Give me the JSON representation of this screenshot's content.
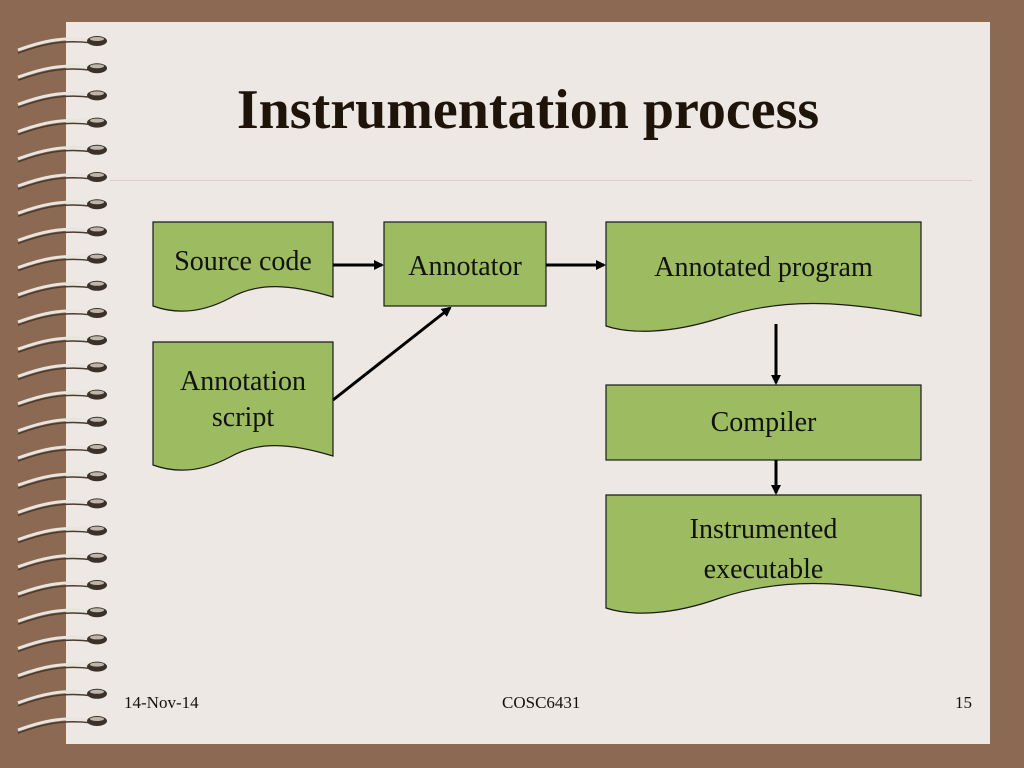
{
  "slide": {
    "title": "Instrumentation process"
  },
  "nodes": {
    "source_code": "Source code",
    "annotation_script_line1": "Annotation",
    "annotation_script_line2": "script",
    "annotator": "Annotator",
    "annotated_program": "Annotated program",
    "compiler": "Compiler",
    "instrumented_executable_line1": "Instrumented",
    "instrumented_executable_line2": "executable"
  },
  "footer": {
    "date": "14-Nov-14",
    "course": "COSC6431",
    "page_number": "15"
  },
  "colors": {
    "node_fill": "#9dbb61",
    "node_stroke": "#1a1a1a",
    "frame": "#8c6953",
    "paper": "#ede8e4"
  }
}
